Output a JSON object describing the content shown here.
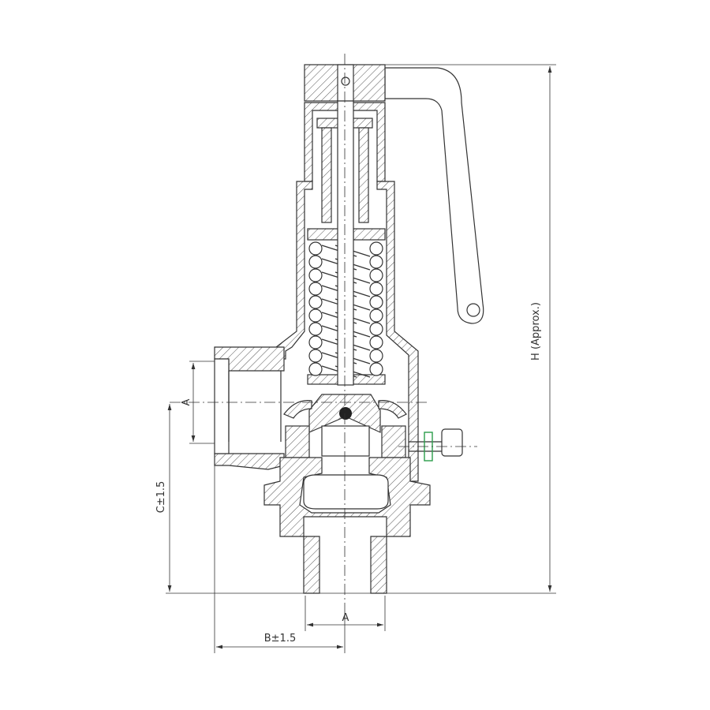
{
  "drawing": {
    "title": "Safety relief valve sectional drawing",
    "dimensions": {
      "height": "H (Approx.)",
      "inlet_side": "A",
      "outlet_bottom": "A",
      "vertical_offset": "C±1.5",
      "horizontal_offset": "B±1.5"
    },
    "colors": {
      "line": "#333333",
      "gasket": "#2a9d4a"
    }
  }
}
